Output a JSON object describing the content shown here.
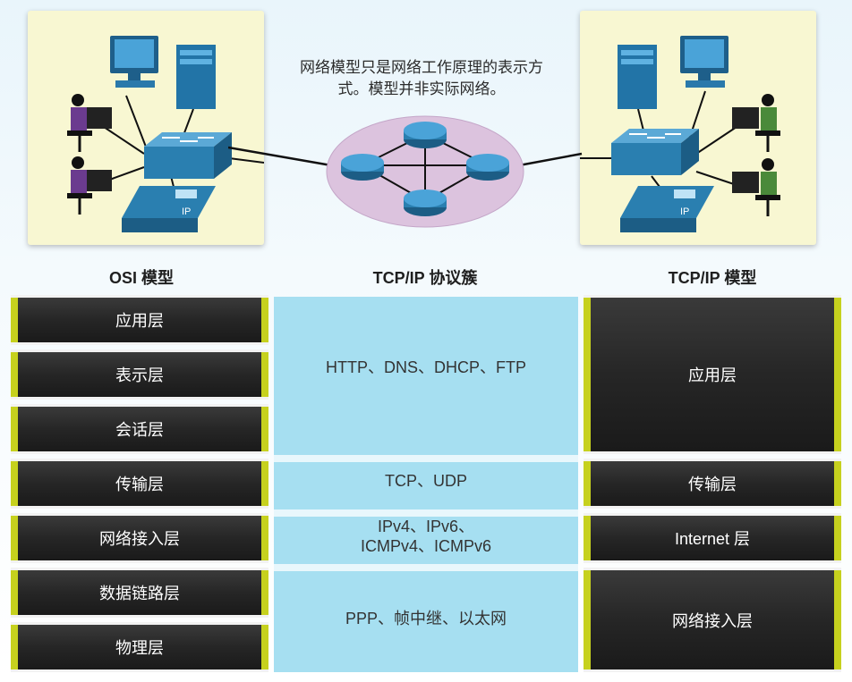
{
  "note": {
    "line1": "网络模型只是网络工作原理的表示方",
    "line2": "式。模型并非实际网络。"
  },
  "columns": {
    "osi_title": "OSI 模型",
    "suite_title": "TCP/IP 协议簇",
    "tcp_title": "TCP/IP 模型"
  },
  "osi_layers": [
    "应用层",
    "表示层",
    "会话层",
    "传输层",
    "网络接入层",
    "数据链路层",
    "物理层"
  ],
  "protocols": {
    "app": "HTTP、DNS、DHCP、FTP",
    "transport": "TCP、UDP",
    "internet_line1": "IPv4、IPv6、",
    "internet_line2": "ICMPv4、ICMPv6",
    "link": "PPP、帧中继、以太网"
  },
  "tcp_layers": [
    "应用层",
    "传输层",
    "Internet 层",
    "网络接入层"
  ],
  "device_labels": {
    "phone_left": "IP",
    "phone_right": "IP"
  },
  "colors": {
    "layer_bar": "#c6d11e",
    "suite_bg": "#a6dff1",
    "panel_bg": "#f8f7d2",
    "switch": "#2a7fb0"
  }
}
